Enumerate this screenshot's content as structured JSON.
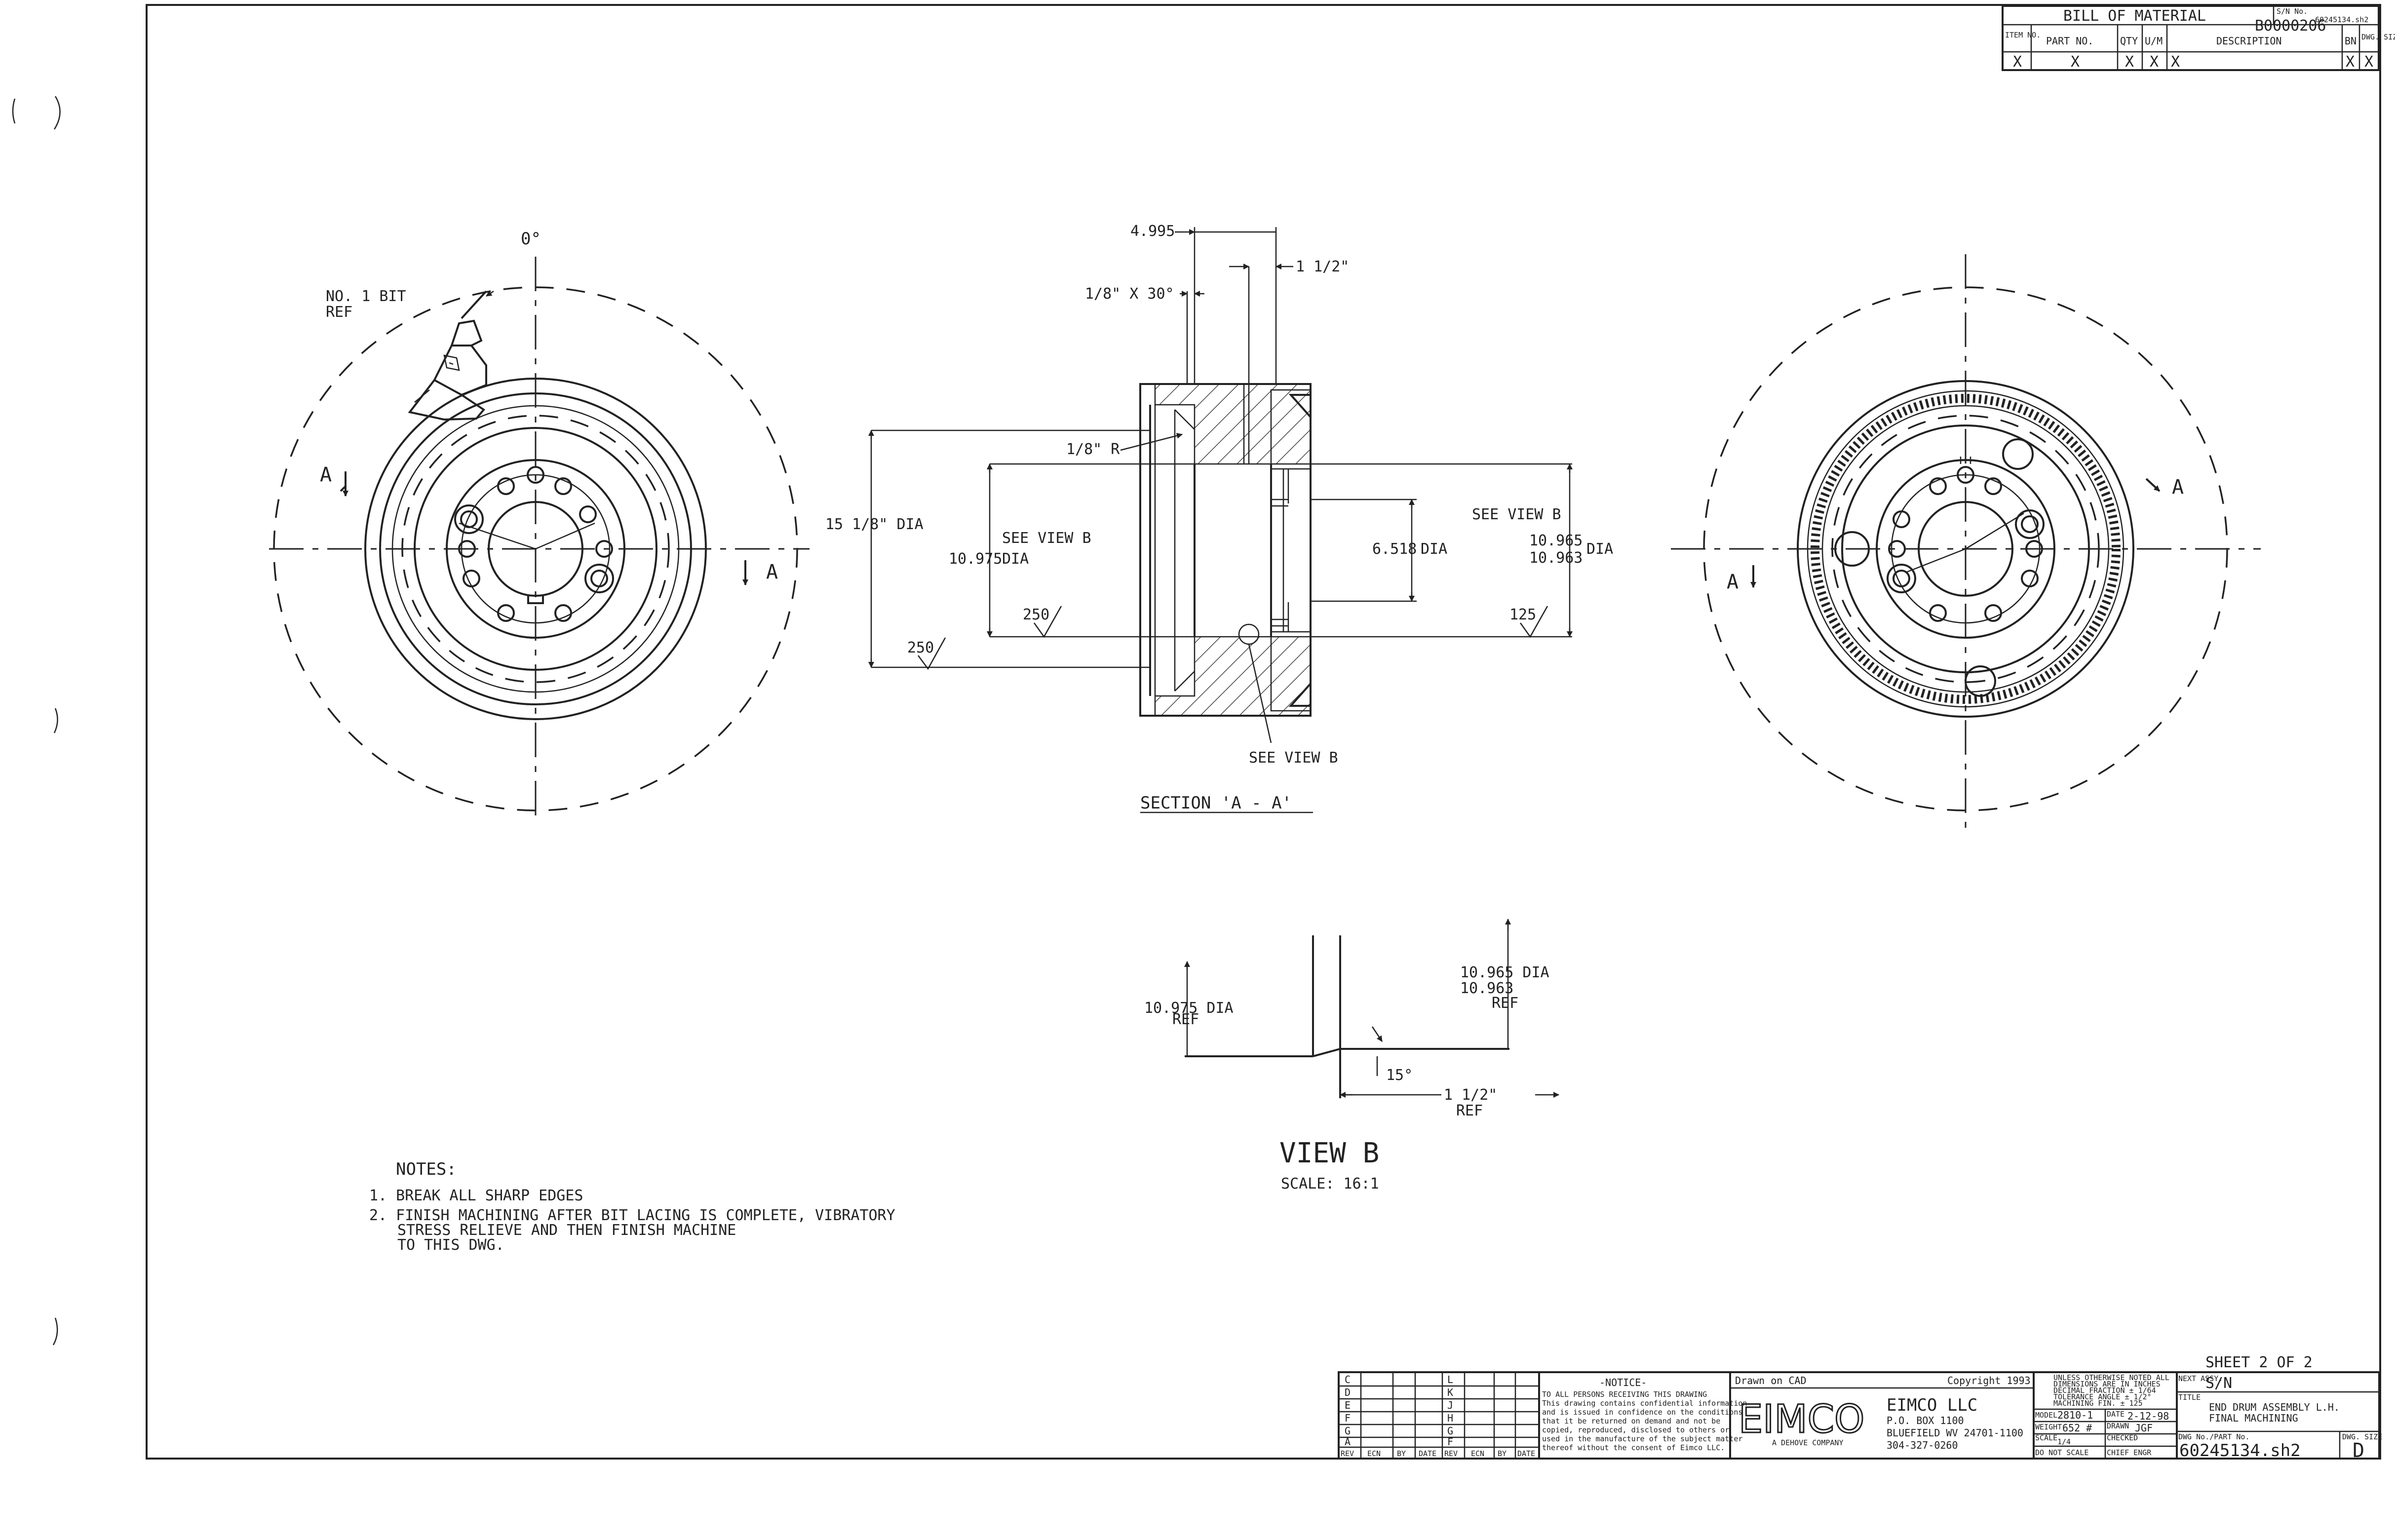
{
  "bom": {
    "title": "BILL OF MATERIAL",
    "part_ref": "B0000206",
    "sn_label": "S/N No.",
    "sn_value": "60245134.sh2",
    "columns": [
      "ITEM NO.",
      "PART NO.",
      "QTY",
      "U/M",
      "DESCRIPTION",
      "BN",
      "DWG. SIZE"
    ],
    "row": [
      "X",
      "X",
      "X",
      "X",
      "X",
      "X",
      "X"
    ]
  },
  "left_view": {
    "angle_label": "0°",
    "bit_ref_line1": "NO. 1 BIT",
    "bit_ref_line2": "REF",
    "section_a_top": "A",
    "section_a_right": "A"
  },
  "section": {
    "dim_4995": "4.995",
    "dim_1_1_2": "1 1/2\"",
    "dim_chamfer": "1/8\" X 30°",
    "dim_radius": "1/8\" R",
    "dim_15_1_8": "15 1/8\" DIA",
    "see_view_b_left": "SEE VIEW B",
    "dim_10975": "10.975",
    "dia_suffix_left": "DIA",
    "dim_6518": "6.518",
    "dia_suffix_mid": "DIA",
    "see_view_b_right": "SEE VIEW B",
    "dim_10965": "10.965",
    "dim_10963": "10.963",
    "dia_suffix_right": "DIA",
    "finish_250_a": "250",
    "finish_250_b": "250",
    "finish_125": "125",
    "see_view_b_bottom": "SEE VIEW B",
    "title": "SECTION 'A - A'"
  },
  "right_view": {
    "section_a_right": "A",
    "section_a_left": "A"
  },
  "view_b": {
    "dim_left_value": "10.975 DIA",
    "dim_left_ref": "REF",
    "dim_right_value1": "10.965 DIA",
    "dim_right_value2": "10.963",
    "dim_right_ref": "REF",
    "angle": "15°",
    "dim_bottom": "1 1/2\"",
    "dim_bottom_ref": "REF",
    "title": "VIEW B",
    "scale": "SCALE: 16:1"
  },
  "notes": {
    "title": "NOTES:",
    "items": [
      "1. BREAK ALL SHARP EDGES",
      "2. FINISH MACHINING AFTER BIT LACING IS COMPLETE, VIBRATORY",
      "STRESS RELIEVE AND THEN FINISH MACHINE",
      "TO THIS DWG."
    ]
  },
  "title_block": {
    "sheet": "SHEET 2 OF 2",
    "rev_letters_left": [
      "C",
      "D",
      "E",
      "F",
      "G",
      "A"
    ],
    "rev_letters_right": [
      "L",
      "K",
      "J",
      "H",
      "G",
      "F"
    ],
    "rev_headers": [
      "REV",
      "ECN",
      "BY",
      "DATE",
      "REV",
      "ECN",
      "BY",
      "DATE"
    ],
    "notice_title": "-NOTICE-",
    "notice_lines": [
      "TO ALL PERSONS RECEIVING THIS DRAWING",
      "This drawing contains confidential information",
      "and is issued in confidence on the conditions",
      "that it be returned on demand and not be",
      "copied, reproduced, disclosed to others or",
      "used in the manufacture of the subject matter",
      "thereof without the consent of Eimco LLC."
    ],
    "drawn_on": "Drawn on CAD",
    "copyright": "Copyright 1993",
    "logo": "EIMCO",
    "logo_sub": "A DEHOVE COMPANY",
    "company": "EIMCO LLC",
    "address1": "P.O. BOX 1100",
    "address2": "BLUEFIELD WV 24701-1100",
    "phone": "304-327-0260",
    "tolerance_lines": [
      "UNLESS OTHERWISE NOTED ALL",
      "DIMENSIONS ARE IN INCHES",
      "DECIMAL  FRACTION ± 1/64",
      "TOLERANCE  ANGLE ± 1/2°",
      "MACHINING FIN. ± 125"
    ],
    "model_label": "MODEL",
    "model_value": "2810-1",
    "date_label": "DATE",
    "date_value": "2-12-98",
    "weight_label": "WEIGHT",
    "weight_value": "652 #",
    "drawn_label": "DRAWN",
    "drawn_value": "JGF",
    "scale_label": "SCALE",
    "scale_value": "1/4",
    "checked_label": "CHECKED",
    "no_scale": "DO NOT SCALE",
    "chief_label": "CHIEF ENGR",
    "next_assy_label": "NEXT ASSY.",
    "next_assy_value": "S/N",
    "title_label": "TITLE",
    "title_line1": "END DRUM ASSEMBLY L.H.",
    "title_line2": "FINAL MACHINING",
    "dwg_label": "DWG No./PART No.",
    "dwg_value": "60245134.sh2",
    "size_label": "DWG. SIZE",
    "size_value": "D"
  }
}
